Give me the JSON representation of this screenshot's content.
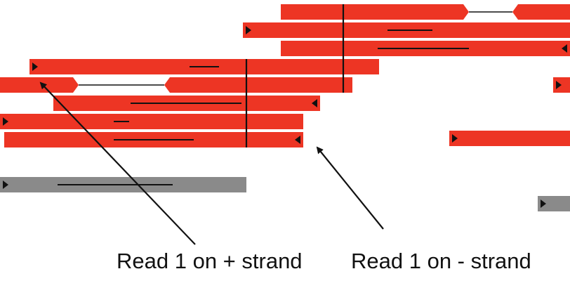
{
  "colors": {
    "read": "#ed3524",
    "read_muted": "#8a8a8a",
    "marker": "#111111",
    "background": "#ffffff"
  },
  "reads": [
    {
      "kind": "paired",
      "strand": "plus",
      "color": "read"
    },
    {
      "kind": "single",
      "strand": "plus",
      "color": "read"
    },
    {
      "kind": "single",
      "strand": "minus",
      "color": "read"
    },
    {
      "kind": "single",
      "strand": "plus",
      "color": "read"
    },
    {
      "kind": "paired",
      "strand": "plus",
      "color": "read"
    },
    {
      "kind": "single",
      "strand": "plus",
      "color": "read"
    },
    {
      "kind": "single",
      "strand": "minus",
      "color": "read"
    },
    {
      "kind": "single",
      "strand": "plus",
      "color": "read"
    },
    {
      "kind": "single",
      "strand": "minus",
      "color": "read"
    },
    {
      "kind": "single",
      "strand": "plus",
      "color": "read"
    },
    {
      "kind": "single",
      "strand": "plus",
      "color": "read_muted"
    },
    {
      "kind": "single",
      "strand": "plus",
      "color": "read_muted"
    }
  ],
  "annotations": {
    "read1_plus": "Read 1 on + strand",
    "read1_minus": "Read 1 on - strand"
  }
}
